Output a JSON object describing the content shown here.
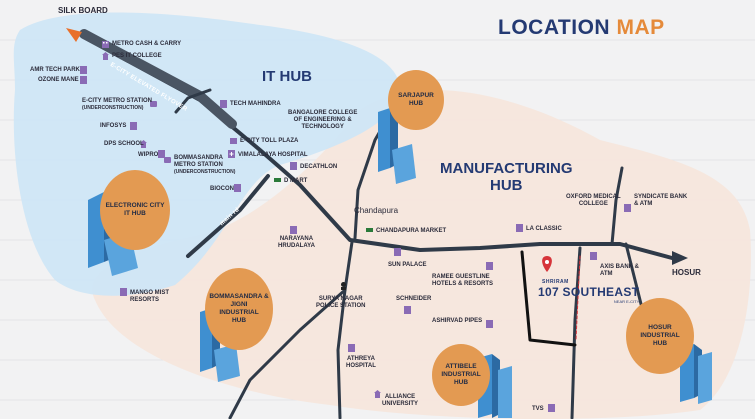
{
  "title": {
    "part1": "LOCATION",
    "part2": "MAP"
  },
  "zones": {
    "it_hub": "IT HUB",
    "manufacturing_hub_line1": "MANUFACTURING",
    "manufacturing_hub_line2": "HUB"
  },
  "roads": {
    "flyover": "E-CITY ELEVATED FLYOVER",
    "hosur_road_left": "",
    "main_rd": "main rd"
  },
  "destinations": {
    "silk_board": "SILK BOARD",
    "hosur": "HOSUR",
    "chandapura": "Chandapura"
  },
  "hubs": {
    "electronic_city": [
      "ELECTRONIC CITY",
      "IT HUB"
    ],
    "sarjapur": [
      "SARJAPUR",
      "HUB"
    ],
    "bommasandra": [
      "BOMMASANDRA &",
      "JIGNI",
      "INDUSTRIAL",
      "HUB"
    ],
    "attibele": [
      "ATTIBELE",
      "INDUSTRIAL",
      "HUB"
    ],
    "hosur": [
      "HOSUR",
      "INDUSTRIAL",
      "HUB"
    ]
  },
  "landmarks": {
    "metro_cash_carry": "METRO CASH & CARRY",
    "pes_it_college": "PES IT COLLEGE",
    "amr_tech_park": "AMR TECH PARK",
    "ozone_mane": "OZONE MANE",
    "ecity_metro_line1": "E-CITY METRO STATION",
    "ecity_metro_line2": "(UNDERCONSTRUCTION)",
    "infosys": "INFOSYS",
    "dps_school": "DPS SCHOOL",
    "wipro": "WIPRO",
    "tech_mahindra": "TECH MAHINDRA",
    "ecity_toll_plaza": "E-CITY TOLL PLAZA",
    "bommasandra_metro_line1": "BOMMASANDRA",
    "bommasandra_metro_line2": "METRO STATION",
    "bommasandra_metro_line3": "(UNDERCONSTRUCTION)",
    "vimalalaya": "VIMALALAYA HOSPITAL",
    "biocon": "BIOCON",
    "d_mart": "D MART",
    "decathlon": "DECATHLON",
    "bangalore_college_line1": "BANGALORE COLLEGE",
    "bangalore_college_line2": "OF ENGINEERING &",
    "bangalore_college_line3": "TECHNOLOGY",
    "narayana_line1": "NARAYANA",
    "narayana_line2": "HRUDALAYA",
    "chandapura_market": "CHANDAPURA MARKET",
    "la_classic": "LA CLASSIC",
    "oxford_line1": "OXFORD MEDICAL",
    "oxford_line2": "COLLEGE",
    "syndicate_line1": "SYNDICATE BANK",
    "syndicate_line2": "& ATM",
    "sun_palace": "SUN PALACE",
    "ramee_line1": "RAMEE GUESTLINE",
    "ramee_line2": "HOTELS & RESORTS",
    "axis_line1": "AXIS BANK &",
    "axis_line2": "ATM",
    "mango_line1": "MANGO MIST",
    "mango_line2": "RESORTS",
    "surya_line1": "SURYA NAGAR",
    "surya_line2": "POLICE STATION",
    "schneider": "SCHNEIDER",
    "ashirvad": "ASHIRVAD PIPES",
    "athreya_line1": "ATHREYA",
    "athreya_line2": "HOSPITAL",
    "alliance_line1": "ALLIANCE",
    "alliance_line2": "UNIVERSITY",
    "tvs": "TVS"
  },
  "project": {
    "brand": "SHRIRAM",
    "name": "107 SOUTHEAST",
    "tag": "NEAR E-CITY"
  },
  "colors": {
    "it_zone": "#cfe6f5",
    "mfg_zone": "#f6e6dc",
    "road": "#2f3a48",
    "hub_circle": "#e39a52",
    "title_blue": "#243a73",
    "title_orange": "#e58a3a",
    "accent_orange": "#e8702a",
    "pin_red": "#d6343a",
    "icon_purple": "#8a6bb5",
    "building_blue": "#3f8fd0"
  }
}
